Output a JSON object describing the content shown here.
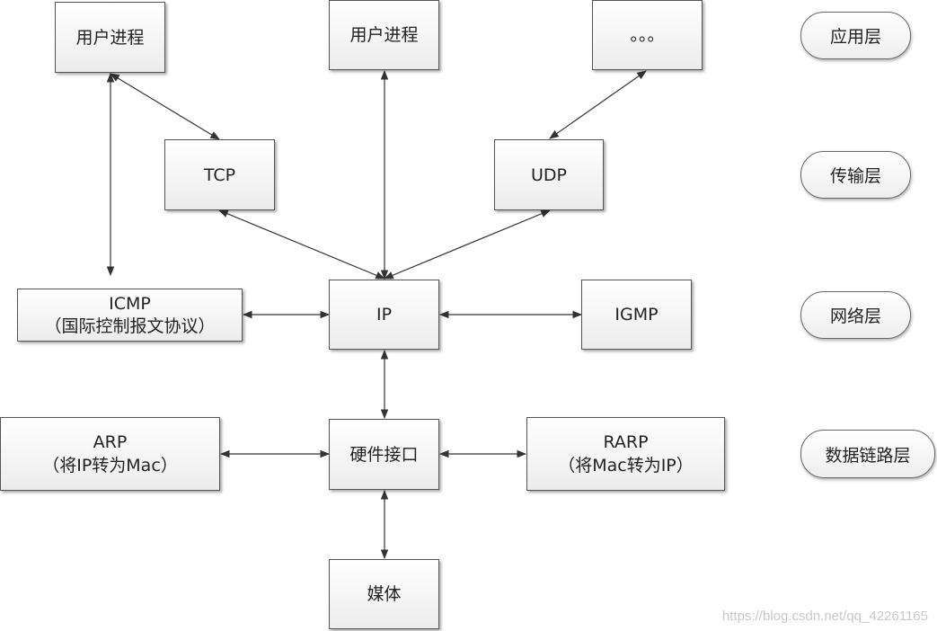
{
  "nodes": {
    "user_process_1": "用户进程",
    "user_process_2": "用户进程",
    "ellipsis": "。。。",
    "tcp": "TCP",
    "udp": "UDP",
    "icmp": {
      "line1": "ICMP",
      "line2": "（国际控制报文协议）"
    },
    "ip": "IP",
    "igmp": "IGMP",
    "arp": {
      "line1": "ARP",
      "line2": "（将IP转为Mac）"
    },
    "hardware_interface": "硬件接口",
    "rarp": {
      "line1": "RARP",
      "line2": "（将Mac转为IP）"
    },
    "media": "媒体"
  },
  "layers": {
    "application": "应用层",
    "transport": "传输层",
    "network": "网络层",
    "data_link": "数据链路层"
  },
  "watermark": "https://blog.csdn.net/qq_42261165"
}
